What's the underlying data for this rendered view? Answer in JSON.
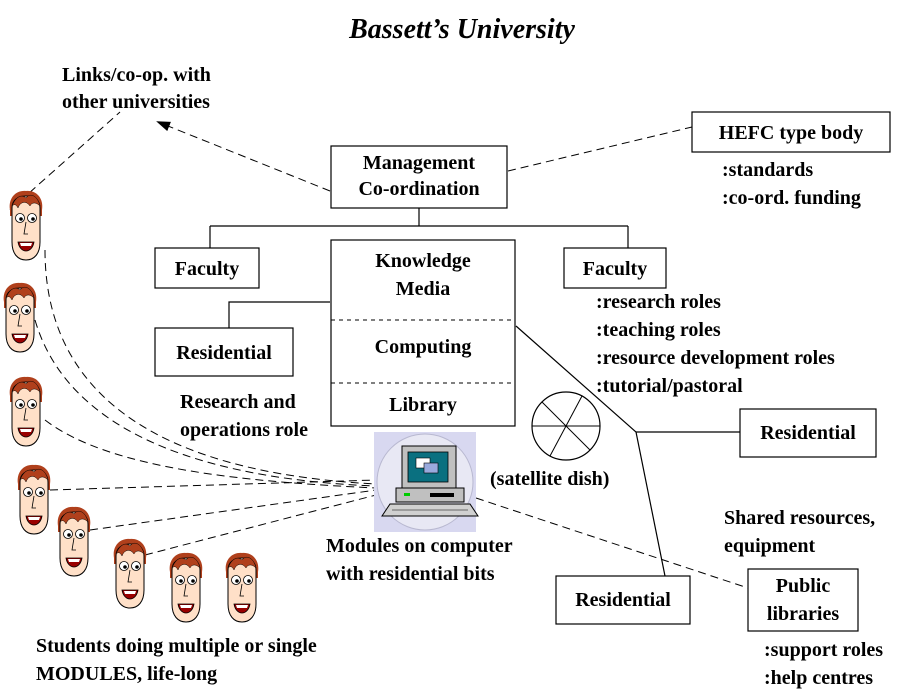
{
  "title": "Bassett’s University",
  "links_note": [
    "Links/co-op. with",
    "other universities"
  ],
  "management": [
    "Management",
    "Co-ordination"
  ],
  "hefc": {
    "label": "HEFC type body",
    "notes": [
      ":standards",
      ":co-ord. funding"
    ]
  },
  "faculty_left": "Faculty",
  "faculty_right": "Faculty",
  "faculty_roles": [
    ":research roles",
    ":teaching roles",
    ":resource development roles",
    ":tutorial/pastoral"
  ],
  "central": {
    "knowledge_media": [
      "Knowledge",
      "Media"
    ],
    "computing": "Computing",
    "library": "Library"
  },
  "residential_left": "Residential",
  "research_note": [
    "Research and",
    "operations role"
  ],
  "residential_right": "Residential",
  "residential_bottom": "Residential",
  "satellite_label": "(satellite dish)",
  "modules_note": [
    "Modules on computer",
    "with residential bits"
  ],
  "shared_resources": [
    "Shared resources,",
    "equipment"
  ],
  "public_libraries": {
    "label": [
      "Public",
      "libraries"
    ],
    "notes": [
      ":support roles",
      ":help centres"
    ]
  },
  "students_note": [
    "Students doing multiple or single",
    "MODULES, life-long"
  ],
  "colors": {
    "ink": "#000000",
    "background": "#ffffff",
    "computer_panel": "#d8d8f0",
    "face": "#ffe0c8",
    "hair": "#b0401c",
    "screen": "#0a7080"
  },
  "icons": {
    "students": "student-face-icon",
    "computer": "desktop-computer-icon",
    "satellite": "satellite-dish-icon"
  }
}
